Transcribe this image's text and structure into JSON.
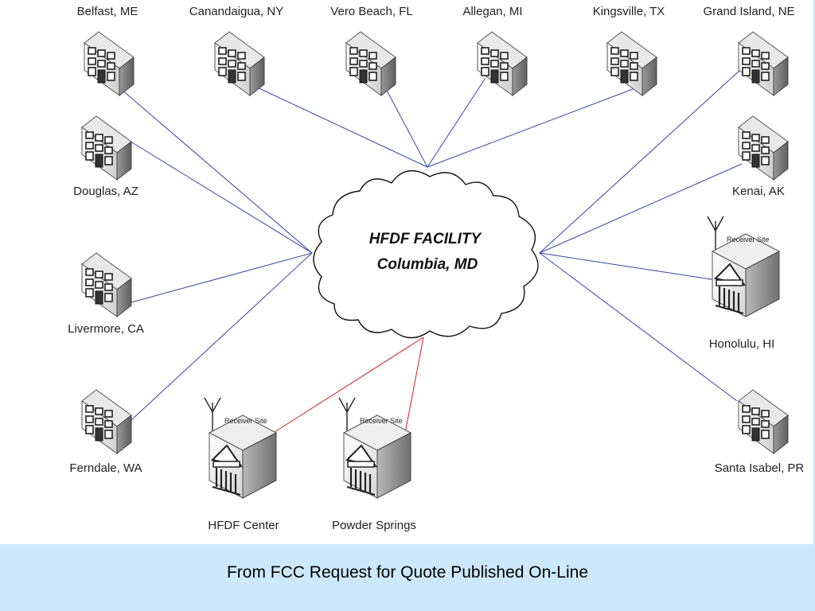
{
  "hub": {
    "title_line1": "HFDF FACILITY",
    "title_line2": "Columbia, MD"
  },
  "sites": [
    {
      "label": "Belfast, ME",
      "type": "building",
      "link": "blue"
    },
    {
      "label": "Canandaigua, NY",
      "type": "building",
      "link": "blue"
    },
    {
      "label": "Vero Beach, FL",
      "type": "building",
      "link": "blue"
    },
    {
      "label": "Allegan, MI",
      "type": "building",
      "link": "blue"
    },
    {
      "label": "Kingsville, TX",
      "type": "building",
      "link": "blue"
    },
    {
      "label": "Grand Island, NE",
      "type": "building",
      "link": "blue"
    },
    {
      "label": "Douglas, AZ",
      "type": "building",
      "link": "blue"
    },
    {
      "label": "Kenai, AK",
      "type": "building",
      "link": "blue"
    },
    {
      "label": "Livermore, CA",
      "type": "building",
      "link": "blue"
    },
    {
      "label": "Honolulu, HI",
      "type": "receiver",
      "tag": "Receiver Site",
      "link": "blue"
    },
    {
      "label": "Ferndale, WA",
      "type": "building",
      "link": "blue"
    },
    {
      "label": "Santa Isabel, PR",
      "type": "building",
      "link": "blue"
    },
    {
      "label": "HFDF Center",
      "type": "receiver",
      "tag": "Receiver Site",
      "link": "red"
    },
    {
      "label": "Powder Springs",
      "type": "receiver",
      "tag": "Receiver Site",
      "link": "red"
    }
  ],
  "caption": "From FCC Request for Quote Published On-Line",
  "colors": {
    "background": "#cce9fb",
    "panel": "#ffffff",
    "link_blue": "#3344aa",
    "link_red": "#cc2222"
  }
}
